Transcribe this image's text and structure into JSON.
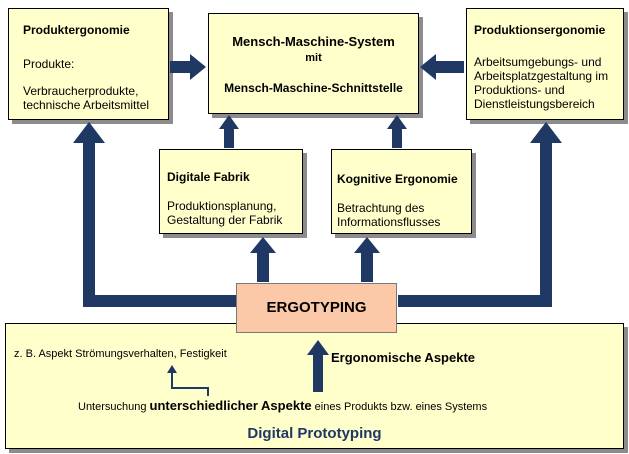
{
  "colors": {
    "box_fill": "#ffffcc",
    "arrow": "#1f3864",
    "ergotyping_fill": "#fbc8a8",
    "footer_text": "#1f3864"
  },
  "produktergonomie": {
    "title": "Produktergonomie",
    "line1": "Produkte:",
    "line2": "Verbraucherprodukte,",
    "line3": "technische Arbeitsmittel"
  },
  "mms": {
    "title": "Mensch-Maschine-System",
    "mit": "mit",
    "subtitle": "Mensch-Maschine-Schnittstelle"
  },
  "produktionsergonomie": {
    "title": "Produktionsergonomie",
    "line1": "Arbeitsumgebungs- und",
    "line2": "Arbeitsplatzgestaltung im",
    "line3": "Produktions- und",
    "line4": "Dienstleistungsbereich"
  },
  "digitale_fabrik": {
    "title": "Digitale Fabrik",
    "line1": "Produktionsplanung,",
    "line2": "Gestaltung der Fabrik"
  },
  "kognitive": {
    "title": "Kognitive Ergonomie",
    "line1": "Betrachtung des",
    "line2": "Informationsflusses"
  },
  "ergotyping": {
    "label": "ERGOTYPING"
  },
  "prototyping": {
    "example": "z. B. Aspekt Strömungsverhalten, Festigkeit",
    "aspekte": "Ergonomische Aspekte",
    "untersuchung_pre": "Untersuchung ",
    "untersuchung_bold": "unterschiedlicher Aspekte",
    "untersuchung_post": " eines Produkts bzw. eines Systems",
    "title": "Digital Prototyping"
  }
}
